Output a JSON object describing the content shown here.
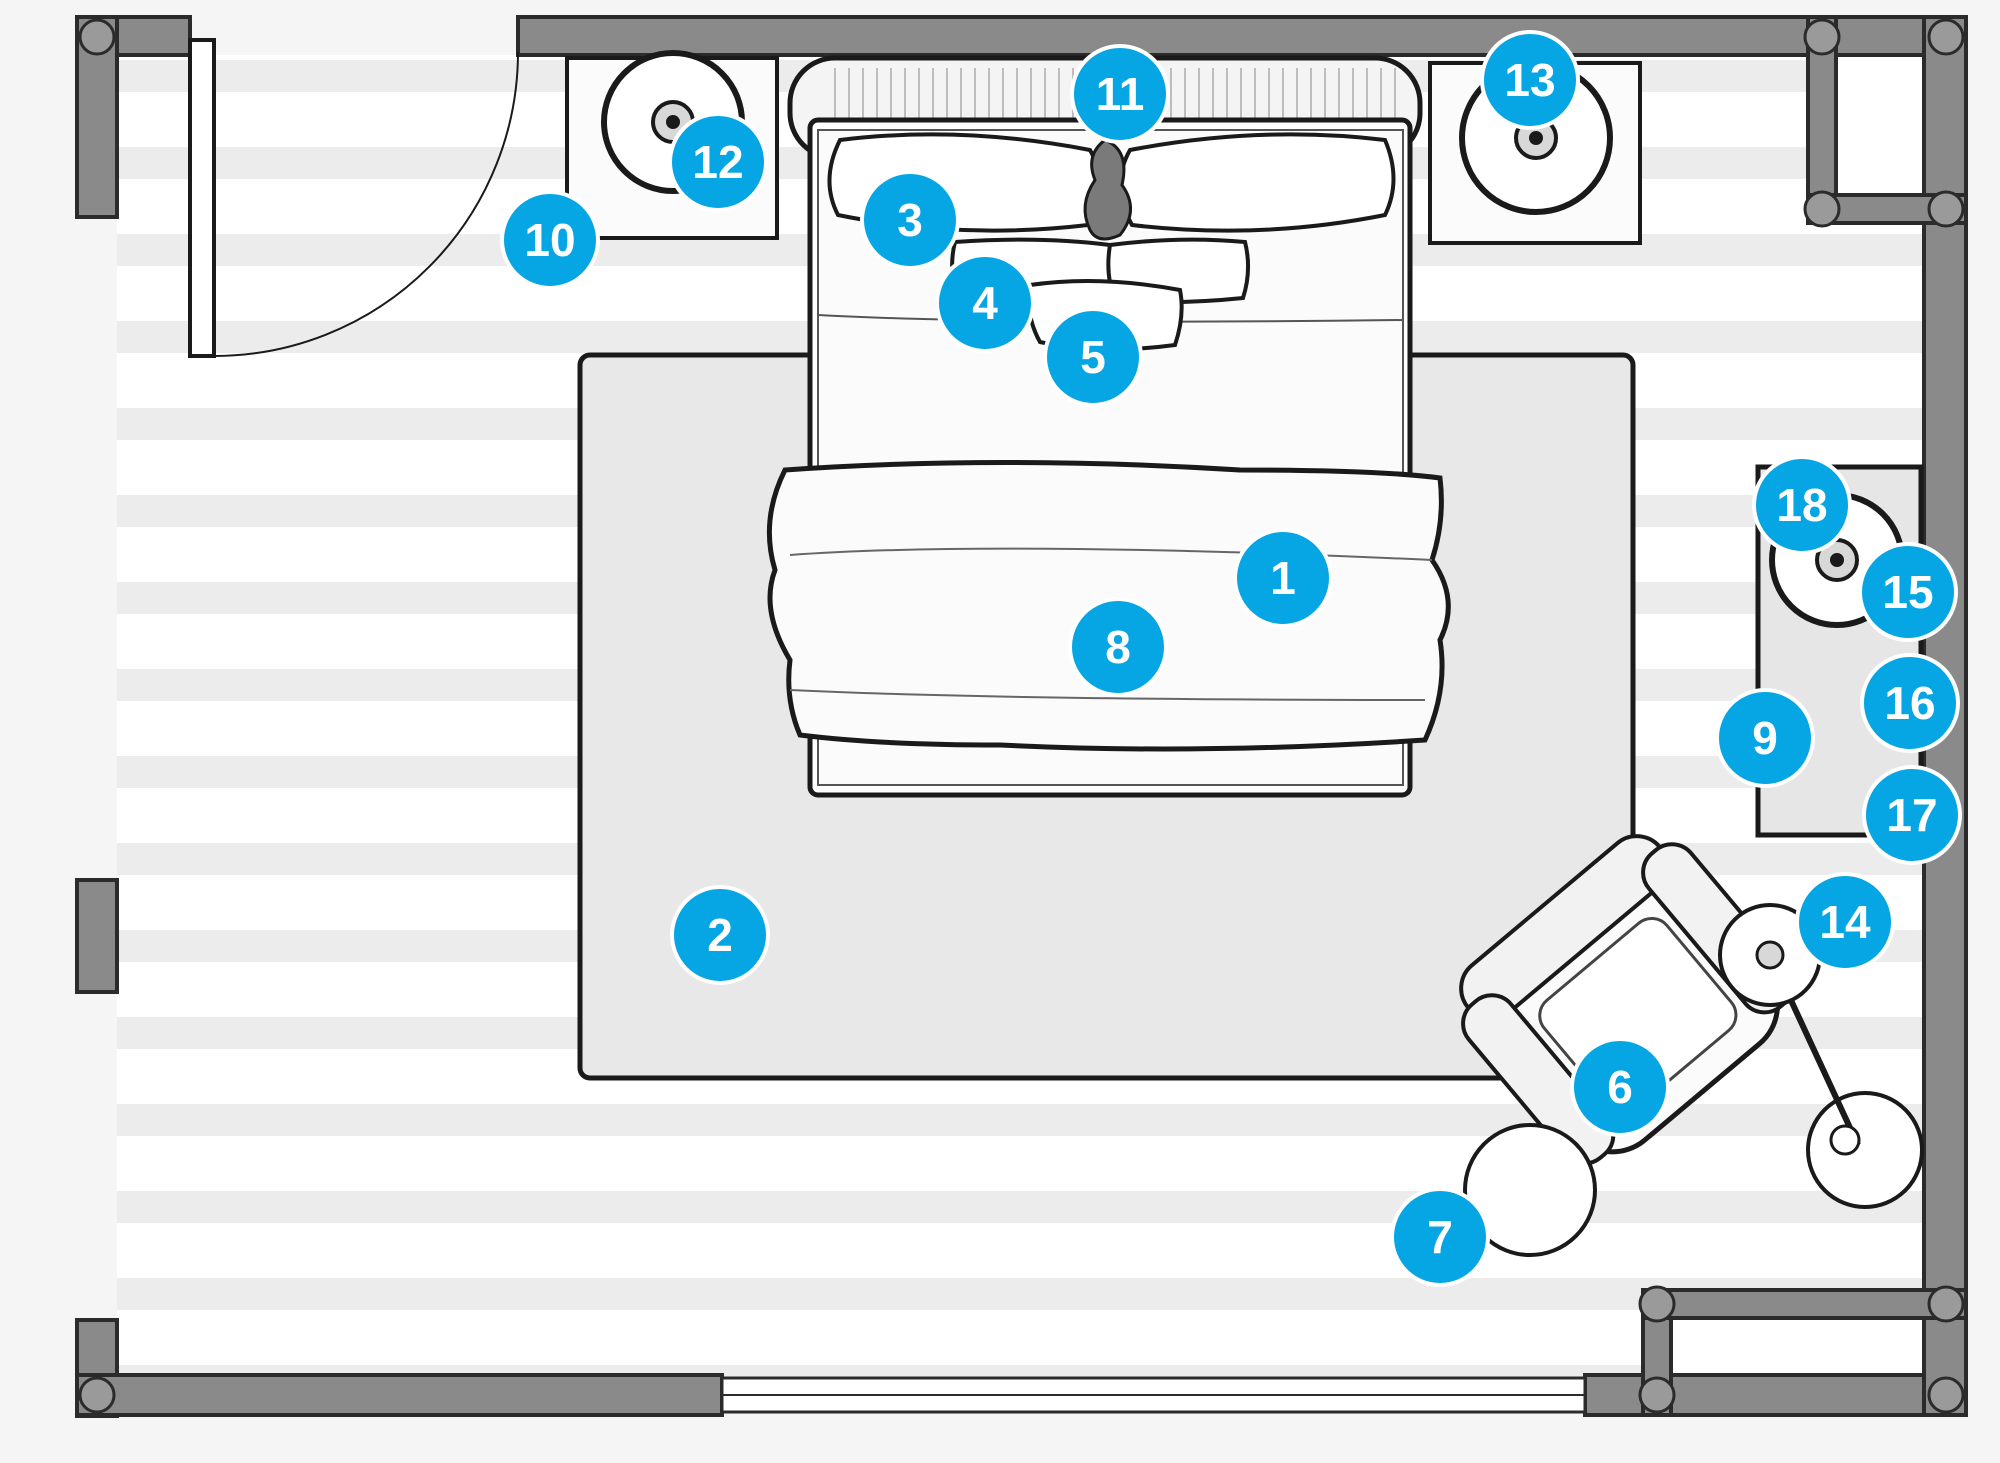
{
  "colors": {
    "background": "#f5f5f5",
    "wall": "#8a8a8a",
    "wall_stroke": "#2b2b2b",
    "floor_stripe_light": "#ffffff",
    "floor_stripe_dark": "#ececec",
    "rug": "#e8e8e8",
    "furniture_fill": "#fbfbfb",
    "outline": "#1a1a1a",
    "marker": "#05a6e3",
    "marker_border": "#ffffff",
    "marker_text": "#ffffff"
  },
  "markers": [
    {
      "id": "marker-1",
      "label": "1"
    },
    {
      "id": "marker-2",
      "label": "2"
    },
    {
      "id": "marker-3",
      "label": "3"
    },
    {
      "id": "marker-4",
      "label": "4"
    },
    {
      "id": "marker-5",
      "label": "5"
    },
    {
      "id": "marker-6",
      "label": "6"
    },
    {
      "id": "marker-7",
      "label": "7"
    },
    {
      "id": "marker-8",
      "label": "8"
    },
    {
      "id": "marker-9",
      "label": "9"
    },
    {
      "id": "marker-10",
      "label": "10"
    },
    {
      "id": "marker-11",
      "label": "11"
    },
    {
      "id": "marker-12",
      "label": "12"
    },
    {
      "id": "marker-13",
      "label": "13"
    },
    {
      "id": "marker-14",
      "label": "14"
    },
    {
      "id": "marker-15",
      "label": "15"
    },
    {
      "id": "marker-16",
      "label": "16"
    },
    {
      "id": "marker-17",
      "label": "17"
    },
    {
      "id": "marker-18",
      "label": "18"
    }
  ]
}
